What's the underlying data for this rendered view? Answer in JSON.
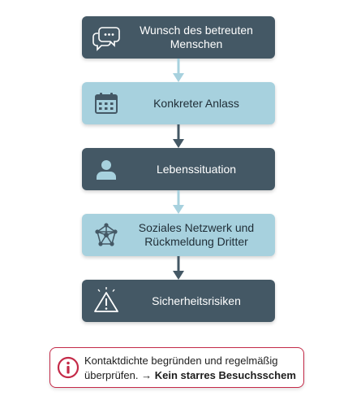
{
  "steps": [
    {
      "label": "Wunsch des betreuten Menschen",
      "icon": "speech-bubbles-icon",
      "style": "dark"
    },
    {
      "label": "Konkreter Anlass",
      "icon": "calendar-icon",
      "style": "light"
    },
    {
      "label": "Lebenssituation",
      "icon": "person-icon",
      "style": "dark"
    },
    {
      "label": "Soziales Netzwerk und Rückmeldung Dritter",
      "icon": "network-icon",
      "style": "light"
    },
    {
      "label": "Sicherheitsrisiken",
      "icon": "warning-icon",
      "style": "dark"
    }
  ],
  "note": {
    "icon": "info-icon",
    "line1": "Kontaktdichte begründen und regelmäßig",
    "line2_normal": "überprüfen. →",
    "line2_bold": "Kein starres Besuchsschem"
  },
  "colors": {
    "dark": "#445865",
    "light": "#a7d1de",
    "accent": "#c42a48"
  }
}
